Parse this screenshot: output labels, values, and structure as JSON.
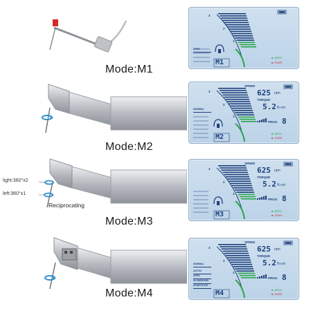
{
  "modes": [
    {
      "label": "Mode:M1",
      "notes": [],
      "lcd": {
        "speed_value": "",
        "speed_unit": "",
        "speed_label": "",
        "torque_label": "",
        "torque_value": "",
        "torque_unit": "",
        "prog_label": "",
        "prog_value": "",
        "menu_items": [
          "APEX"
        ],
        "mode_display": "M1",
        "apex_legend": "APEX",
        "over_legend": "OVER",
        "scale_marks": [
          "3",
          "2",
          "1"
        ]
      }
    },
    {
      "label": "Mode:M2",
      "notes": [],
      "lcd": {
        "speed_label": "SPEED",
        "speed_value": "625",
        "speed_unit": "rpm",
        "torque_label": "TORQUE",
        "torque_value": "5.2",
        "torque_unit": "N·cm",
        "prog_label": "PROG",
        "prog_value": "8",
        "menu_items": [
          "NORMAL"
        ],
        "mode_display": "M2",
        "apex_legend": "APEX",
        "over_legend": "OVER",
        "scale_marks": [
          "3",
          "2",
          "1"
        ]
      }
    },
    {
      "label": "Mode:M3",
      "notes": [
        "light:360°x2",
        "left:360°x1",
        "Reciprocating"
      ],
      "lcd": {
        "speed_label": "SPEED",
        "speed_value": "625",
        "speed_unit": "rpm",
        "torque_label": "TORQUE",
        "torque_value": "5.2",
        "torque_unit": "N·cm",
        "prog_label": "PROG",
        "prog_value": "8",
        "menu_items": [],
        "mode_display": "M3",
        "apex_legend": "APEX",
        "over_legend": "OVER",
        "scale_marks": [
          "3",
          "2",
          "1"
        ]
      }
    },
    {
      "label": "Mode:M4",
      "notes": [],
      "lcd": {
        "speed_label": "SPEED",
        "speed_value": "625",
        "speed_unit": "rpm",
        "torque_label": "TORQUE",
        "torque_value": "5.2",
        "torque_unit": "N·cm",
        "prog_label": "PROG",
        "prog_value": "8",
        "menu_items": [
          "NORMAL",
          "AUTO2",
          "APEX",
          "SLOWDOWN",
          "STARTSTOP"
        ],
        "mode_display": "M4",
        "apex_legend": "APEX",
        "over_legend": "OVER",
        "scale_marks": [
          "3",
          "2",
          "1"
        ]
      }
    }
  ],
  "colors": {
    "lcd_bg": "#c4d8ea",
    "lcd_ink": "#1d3f7a",
    "apex_green": "#2aa54a",
    "over_red": "#c9282e",
    "rotation_arrow": "#2f8fd0",
    "metal": "#c9ccd1"
  },
  "icons": [
    "file-holder-icon",
    "contra-angle-handpiece-icon",
    "rotation-arrow-icon",
    "battery-icon",
    "root-canal-icon",
    "bar-gauge-icon"
  ]
}
